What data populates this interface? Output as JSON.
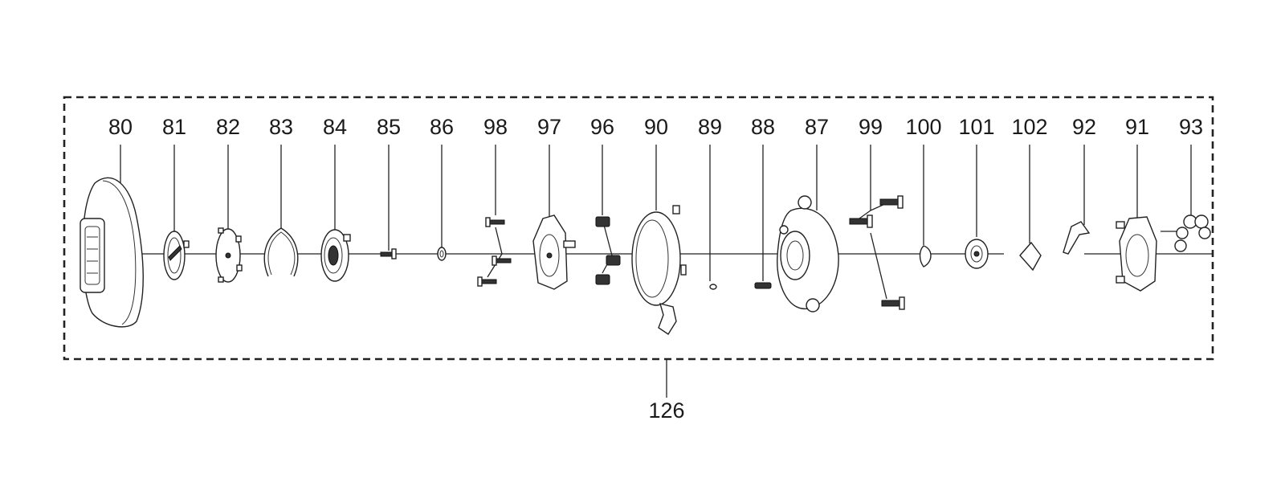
{
  "diagram": {
    "callouts": [
      {
        "id": "80",
        "label": "80"
      },
      {
        "id": "81",
        "label": "81"
      },
      {
        "id": "82",
        "label": "82"
      },
      {
        "id": "83",
        "label": "83"
      },
      {
        "id": "84",
        "label": "84"
      },
      {
        "id": "85",
        "label": "85"
      },
      {
        "id": "86",
        "label": "86"
      },
      {
        "id": "98",
        "label": "98"
      },
      {
        "id": "97",
        "label": "97"
      },
      {
        "id": "96",
        "label": "96"
      },
      {
        "id": "90",
        "label": "90"
      },
      {
        "id": "89",
        "label": "89"
      },
      {
        "id": "88",
        "label": "88"
      },
      {
        "id": "87",
        "label": "87"
      },
      {
        "id": "99",
        "label": "99"
      },
      {
        "id": "100",
        "label": "100"
      },
      {
        "id": "101",
        "label": "101"
      },
      {
        "id": "102",
        "label": "102"
      },
      {
        "id": "92",
        "label": "92"
      },
      {
        "id": "91",
        "label": "91"
      },
      {
        "id": "93",
        "label": "93"
      }
    ],
    "assembly": {
      "label": "126"
    }
  }
}
